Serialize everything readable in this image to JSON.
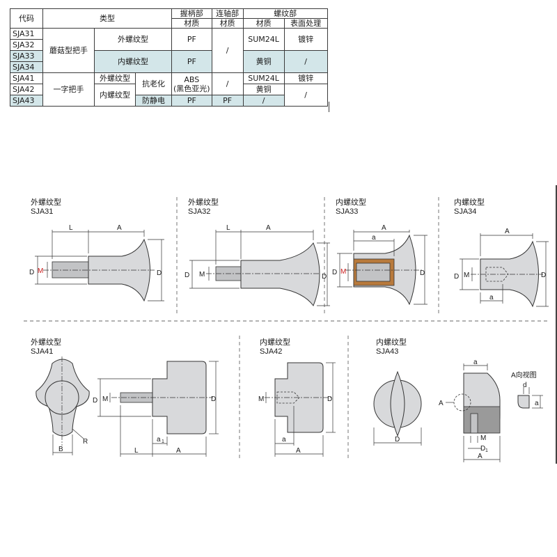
{
  "table": {
    "h_code": "代码",
    "h_type": "类型",
    "h_grip": "握柄部",
    "h_shaft": "连轴部",
    "h_thread": "螺纹部",
    "h_material": "材质",
    "h_surface": "表面处理",
    "r_sja31": "SJA31",
    "r_sja32": "SJA32",
    "r_sja33": "SJA33",
    "r_sja34": "SJA34",
    "r_sja41": "SJA41",
    "r_sja42": "SJA42",
    "r_sja43": "SJA43",
    "mushroom": "蘑菇型把手",
    "flat": "一字把手",
    "ext": "外螺纹型",
    "int": "内螺纹型",
    "anti_aging": "抗老化",
    "antistatic": "防静电",
    "pf": "PF",
    "slash": "/",
    "sum": "SUM24L",
    "zinc": "镀锌",
    "brass": "黄铜",
    "abs": "ABS",
    "abs_note": "(黑色亚光)"
  },
  "drawings": {
    "t_ext": "外螺纹型",
    "t_int": "内螺纹型",
    "sja31": "SJA31",
    "sja32": "SJA32",
    "sja33": "SJA33",
    "sja34": "SJA34",
    "sja41": "SJA41",
    "sja42": "SJA42",
    "sja43": "SJA43",
    "L": "L",
    "A": "A",
    "D": "D",
    "D1": "D",
    "sub1": "1",
    "M": "M",
    "a": "a",
    "a1": "a",
    "B": "B",
    "R": "R",
    "d": "d",
    "view": "A向视图"
  },
  "colors": {
    "highlight": "#d3e6e9",
    "part": "#d8d9db",
    "brass": "#b87a3c",
    "red_label": "#cc1f1f"
  }
}
